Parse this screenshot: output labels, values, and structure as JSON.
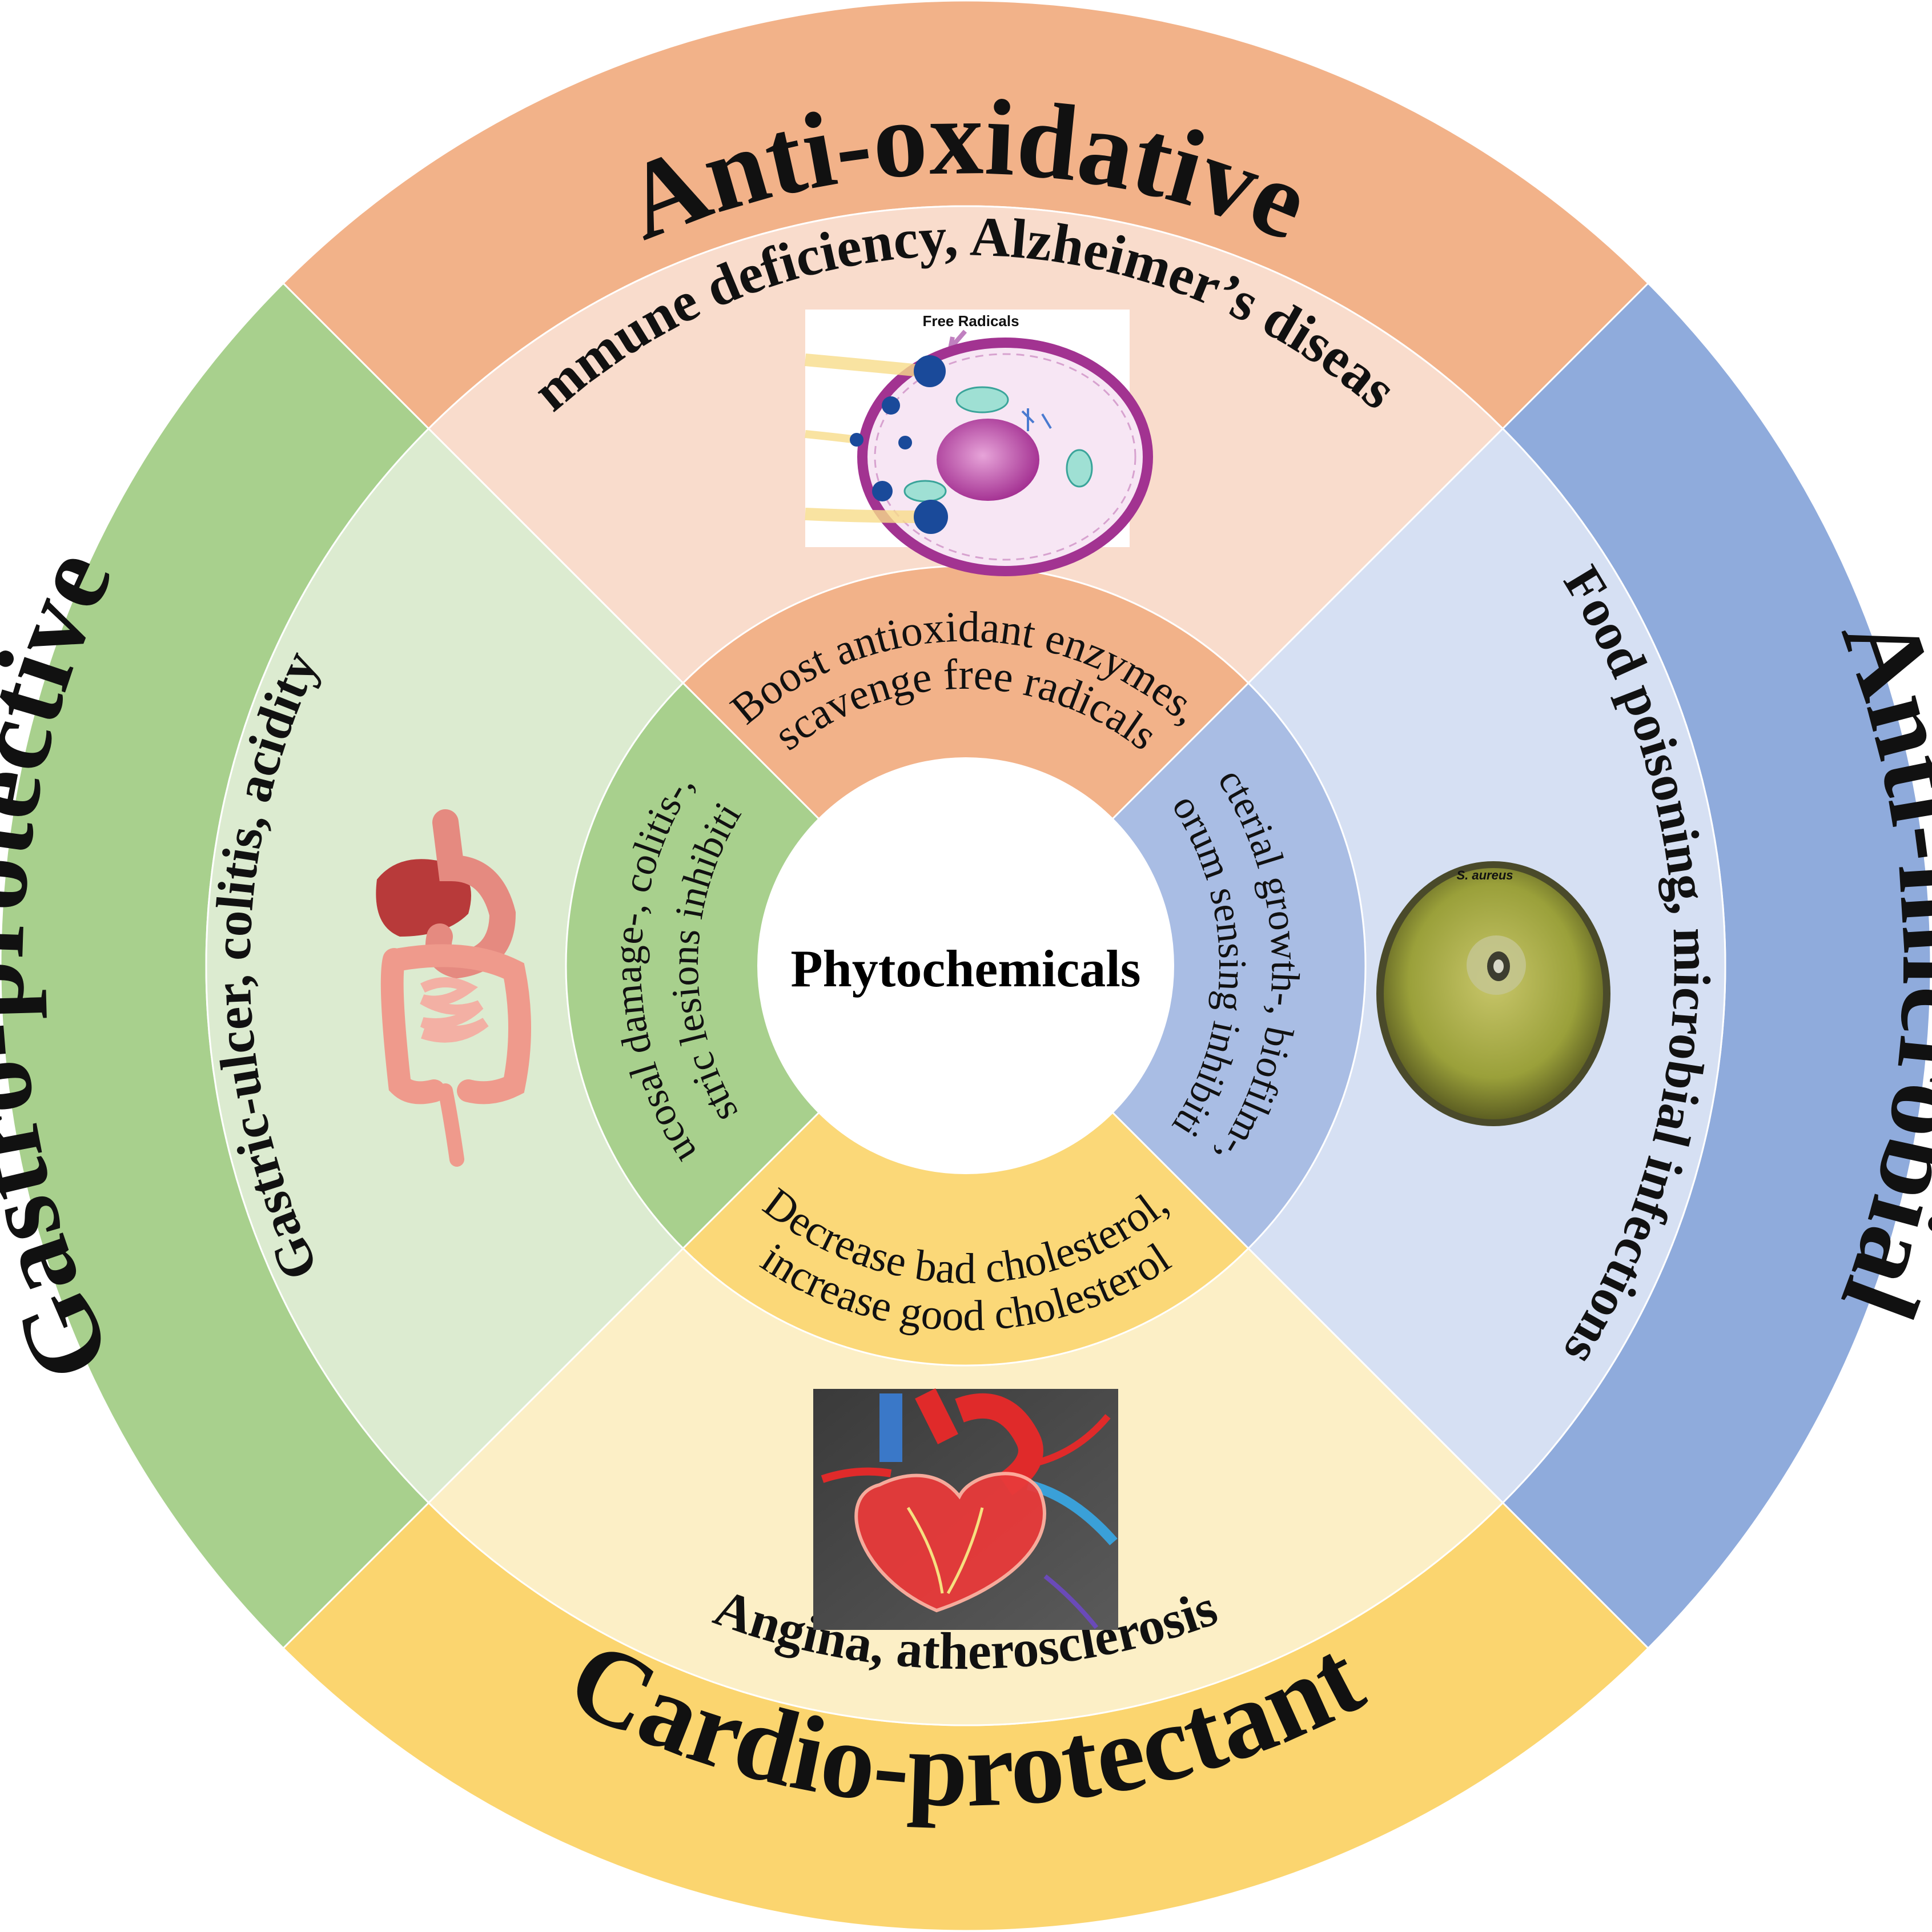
{
  "center": {
    "label": "Phytochemicals"
  },
  "sectors": [
    {
      "key": "anti-oxidative",
      "title": "Anti-oxidative",
      "disease": "Immune deficiency, Alzheimer’s disease",
      "mechanism_lines": [
        "Boost antioxidant enzymes,",
        "scavenge free radicals"
      ],
      "image_caption": "Free Radicals",
      "colors": {
        "outer": "#f2b289",
        "middle": "#f9dccc",
        "inner": "#f2b289"
      }
    },
    {
      "key": "anti-microbial",
      "title": "Anti-microbial",
      "disease": "Food poisoning, microbial infections",
      "mechanism_lines": [
        "Bacterial growth-, biofilm-, &",
        "quorum sensing inhibition"
      ],
      "image_caption": "S. aureus",
      "colors": {
        "outer": "#8fabdc",
        "middle": "#d6e0f3",
        "inner": "#a9bde4"
      }
    },
    {
      "key": "cardio-protectant",
      "title": "Cardio-protectant",
      "disease": "Angina, atherosclerosis",
      "mechanism_lines": [
        "Decrease bad cholesterol,",
        "increase good cholesterol"
      ],
      "image_caption": "",
      "colors": {
        "outer": "#fbd56f",
        "middle": "#fcefc6",
        "inner": "#fbd878"
      }
    },
    {
      "key": "gastro-protective",
      "title": "Gastro-protective",
      "disease": "Gastric-ulcer, colitis, acidity",
      "mechanism_lines": [
        "Mucosal damage-, colitis-, &",
        "Gastric lesions inhibition"
      ],
      "image_caption": "",
      "colors": {
        "outer": "#a8d08d",
        "middle": "#dcebd0",
        "inner": "#a8d08d"
      }
    }
  ]
}
